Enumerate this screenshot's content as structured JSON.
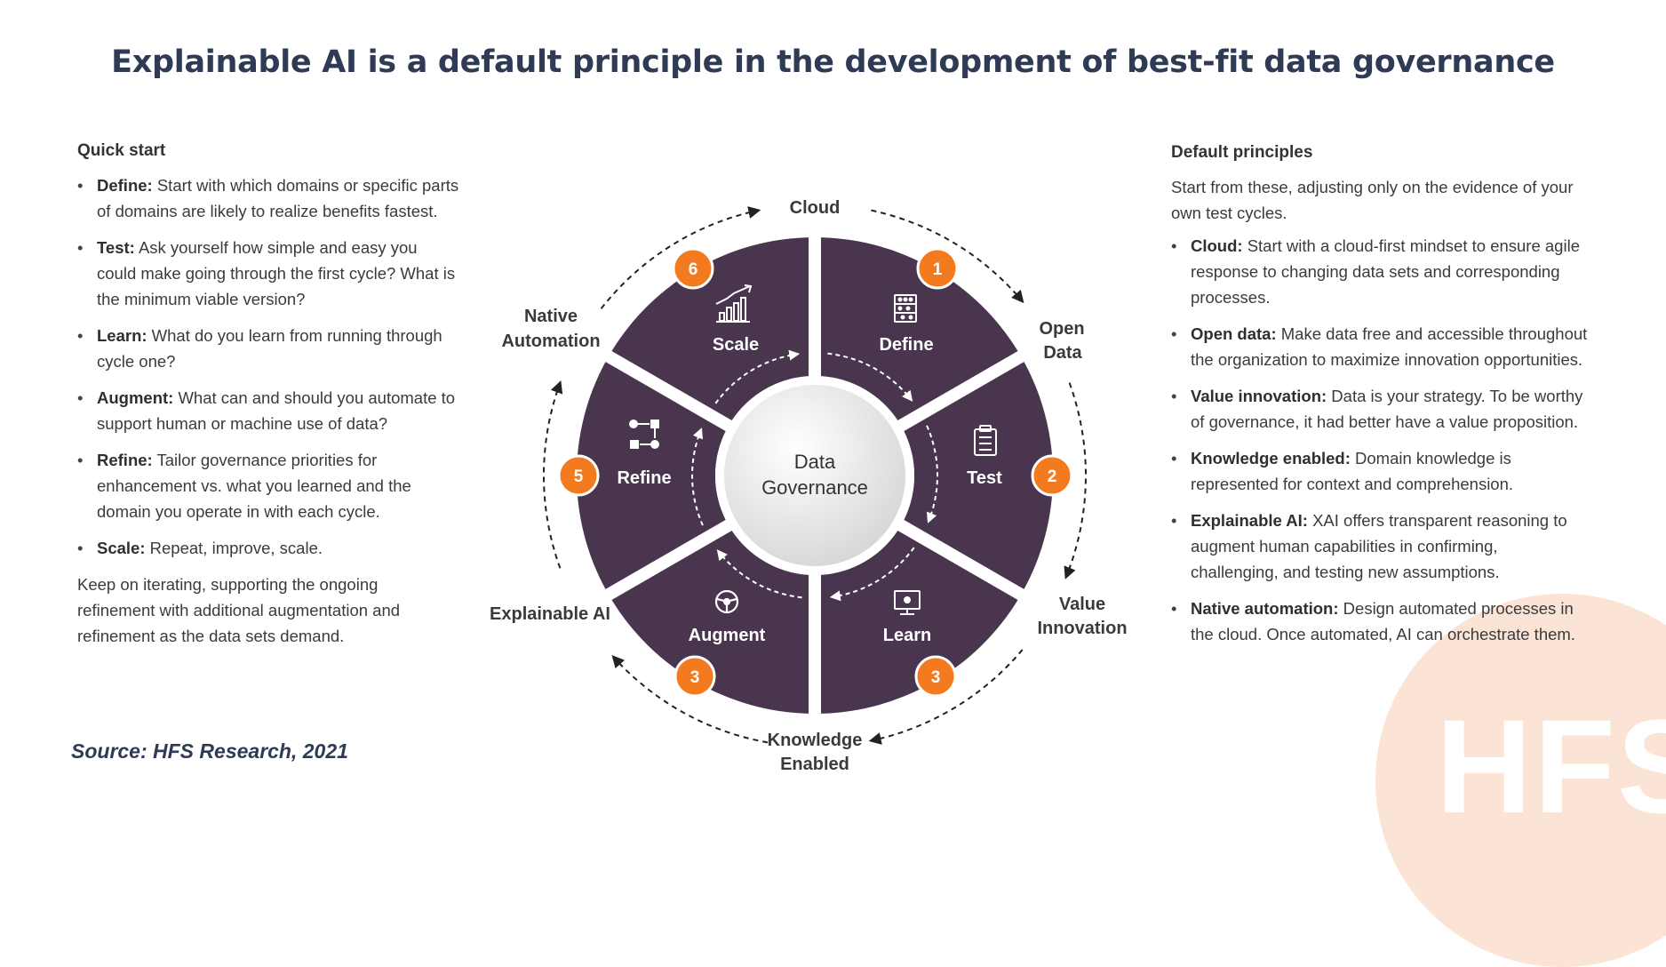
{
  "title": "Explainable AI is a default principle in the development of best-fit data governance",
  "left": {
    "heading": "Quick start",
    "items": [
      {
        "term": "Define:",
        "text": " Start with which domains or specific parts of domains are likely to realize benefits fastest."
      },
      {
        "term": "Test:",
        "text": " Ask yourself how simple and easy you could make going through the first cycle? What is the minimum viable version?"
      },
      {
        "term": "Learn:",
        "text": " What do you learn from running through cycle one?"
      },
      {
        "term": "Augment:",
        "text": " What can and should you automate to support human or machine use of data?"
      },
      {
        "term": "Refine:",
        "text": " Tailor governance priorities for enhancement vs. what you learned and the domain you operate in with each cycle."
      },
      {
        "term": "Scale:",
        "text": " Repeat, improve, scale."
      }
    ],
    "footer": "Keep on iterating, supporting the ongoing refinement with additional augmentation and refinement as the data sets demand."
  },
  "right": {
    "heading": "Default principles",
    "intro": "Start from these, adjusting only on the evidence of your own test cycles.",
    "items": [
      {
        "term": "Cloud:",
        "text": " Start with a cloud-first mindset to ensure agile response to changing data sets and corresponding processes."
      },
      {
        "term": "Open data:",
        "text": " Make data free and accessible throughout the organization to maximize innovation opportunities."
      },
      {
        "term": "Value innovation:",
        "text": " Data is your strategy. To be worthy of governance, it had better have a value proposition."
      },
      {
        "term": "Knowledge enabled:",
        "text": " Domain knowledge is represented for context and comprehension."
      },
      {
        "term": "Explainable AI:",
        "text": " XAI offers transparent reasoning to augment human capabilities in confirming, challenging, and testing new assumptions."
      },
      {
        "term": "Native automation:",
        "text": " Design automated processes in the cloud. Once automated, AI can orchestrate them."
      }
    ]
  },
  "source": "Source: HFS Research, 2021",
  "watermark": "HFS",
  "diagram": {
    "center_line1": "Data",
    "center_line2": "Governance",
    "segments": {
      "define": {
        "label": "Define",
        "number": "1",
        "icon": "abacus-icon"
      },
      "test": {
        "label": "Test",
        "number": "2",
        "icon": "clipboard-icon"
      },
      "learn": {
        "label": "Learn",
        "number": "3",
        "icon": "monitor-icon"
      },
      "augment": {
        "label": "Augment",
        "number": "3",
        "icon": "steering-wheel-icon"
      },
      "refine": {
        "label": "Refine",
        "number": "5",
        "icon": "flow-icon"
      },
      "scale": {
        "label": "Scale",
        "number": "6",
        "icon": "growth-chart-icon"
      }
    },
    "outer": {
      "cloud": "Cloud",
      "open_data_1": "Open",
      "open_data_2": "Data",
      "value_innovation_1": "Value",
      "value_innovation_2": "Innovation",
      "knowledge_enabled_1": "Knowledge",
      "knowledge_enabled_2": "Enabled",
      "explainable_ai": "Explainable AI",
      "native_automation_1": "Native",
      "native_automation_2": "Automation"
    }
  },
  "colors": {
    "segment": "#4a354e",
    "accent": "#f47a20",
    "title": "#2f3a55",
    "watermark_bg": "#fbe3d5"
  }
}
